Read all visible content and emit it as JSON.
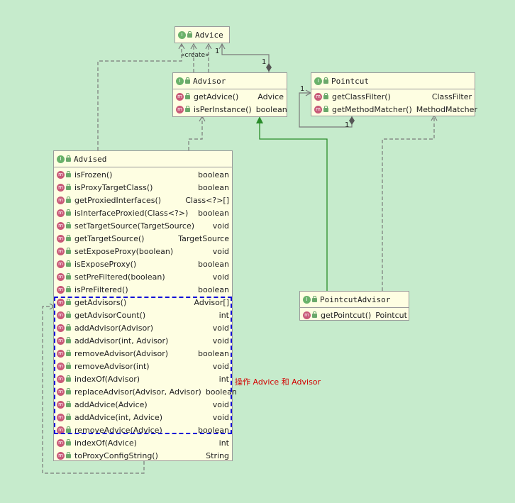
{
  "classes": {
    "advice": {
      "name": "Advice"
    },
    "advisor": {
      "name": "Advisor",
      "methods": [
        {
          "name": "getAdvice()",
          "ret": "Advice"
        },
        {
          "name": "isPerInstance()",
          "ret": "boolean"
        }
      ]
    },
    "pointcut": {
      "name": "Pointcut",
      "methods": [
        {
          "name": "getClassFilter()",
          "ret": "ClassFilter"
        },
        {
          "name": "getMethodMatcher()",
          "ret": "MethodMatcher"
        }
      ]
    },
    "pointcutAdvisor": {
      "name": "PointcutAdvisor",
      "methods": [
        {
          "name": "getPointcut()",
          "ret": "Pointcut"
        }
      ]
    },
    "advised": {
      "name": "Advised",
      "methods": [
        {
          "name": "isFrozen()",
          "ret": "boolean"
        },
        {
          "name": "isProxyTargetClass()",
          "ret": "boolean"
        },
        {
          "name": "getProxiedInterfaces()",
          "ret": "Class<?>[]"
        },
        {
          "name": "isInterfaceProxied(Class<?>)",
          "ret": "boolean"
        },
        {
          "name": "setTargetSource(TargetSource)",
          "ret": "void"
        },
        {
          "name": "getTargetSource()",
          "ret": "TargetSource"
        },
        {
          "name": "setExposeProxy(boolean)",
          "ret": "void"
        },
        {
          "name": "isExposeProxy()",
          "ret": "boolean"
        },
        {
          "name": "setPreFiltered(boolean)",
          "ret": "void"
        },
        {
          "name": "isPreFiltered()",
          "ret": "boolean"
        },
        {
          "name": "getAdvisors()",
          "ret": "Advisor[]"
        },
        {
          "name": "getAdvisorCount()",
          "ret": "int"
        },
        {
          "name": "addAdvisor(Advisor)",
          "ret": "void"
        },
        {
          "name": "addAdvisor(int, Advisor)",
          "ret": "void"
        },
        {
          "name": "removeAdvisor(Advisor)",
          "ret": "boolean"
        },
        {
          "name": "removeAdvisor(int)",
          "ret": "void"
        },
        {
          "name": "indexOf(Advisor)",
          "ret": "int"
        },
        {
          "name": "replaceAdvisor(Advisor, Advisor)",
          "ret": "boolean"
        },
        {
          "name": "addAdvice(Advice)",
          "ret": "void"
        },
        {
          "name": "addAdvice(int, Advice)",
          "ret": "void"
        },
        {
          "name": "removeAdvice(Advice)",
          "ret": "boolean"
        },
        {
          "name": "indexOf(Advice)",
          "ret": "int"
        },
        {
          "name": "toProxyConfigString()",
          "ret": "String"
        }
      ]
    }
  },
  "badges": {
    "interface": "I",
    "method": "m"
  },
  "labels": {
    "create": "«create»",
    "advisor_advice_one": "1",
    "advisor_advice_diamond_one": "1",
    "pointcut_left_one": "1",
    "pointcut_bottom_one": "1"
  },
  "note": "操作 Advice 和 Advisor",
  "colors": {
    "background": "#c6ebcc",
    "box": "#fefee2",
    "dependency": "#7a7a7a",
    "generalization": "#2a8c2a",
    "highlight": "#0000d8",
    "note": "#d30000"
  }
}
